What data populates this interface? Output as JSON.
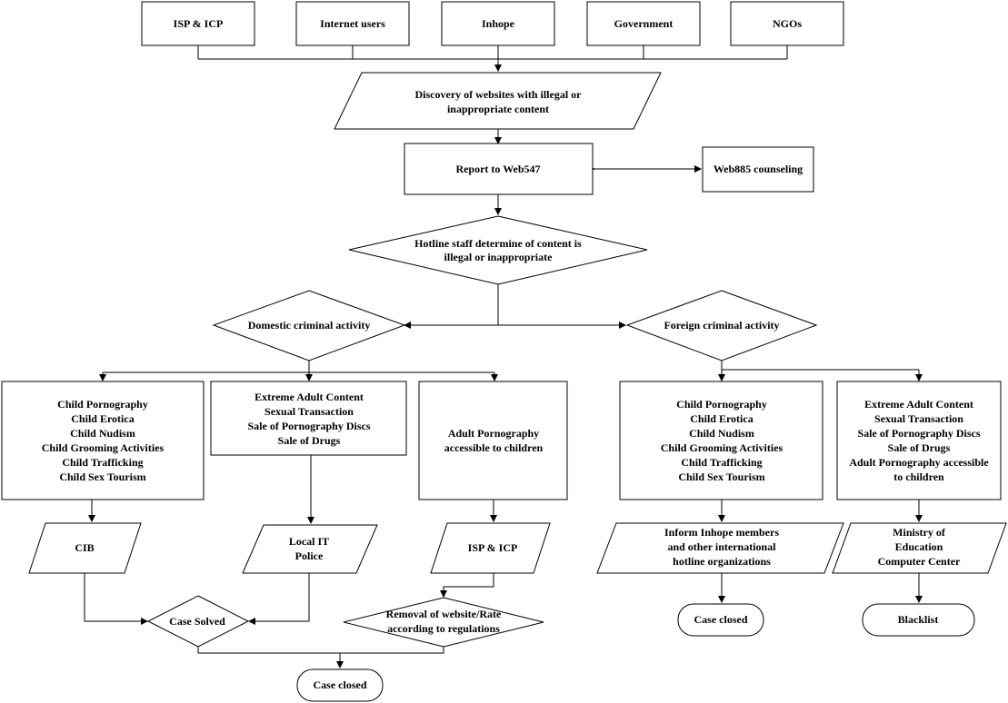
{
  "sources": {
    "isp_icp": "ISP & ICP",
    "internet_users": "Internet users",
    "inhope": "Inhope",
    "government": "Government",
    "ngos": "NGOs"
  },
  "discovery": [
    "Discovery of websites with illegal or",
    "inappropriate content"
  ],
  "report": "Report to Web547",
  "counseling": "Web885 counseling",
  "hotline_decision": [
    "Hotline staff determine of content is",
    "illegal or inappropriate"
  ],
  "domestic": {
    "decision": "Domestic criminal activity",
    "child_content": [
      "Child Pornography",
      "Child Erotica",
      "Child Nudism",
      "Child Grooming Activities",
      "Child Trafficking",
      "Child Sex Tourism"
    ],
    "adult_content": [
      "Extreme Adult Content",
      "Sexual Transaction",
      "Sale of Pornography Discs",
      "Sale of Drugs"
    ],
    "adult_accessible": [
      "Adult Pornography",
      "accessible to children"
    ],
    "cib": "CIB",
    "local_police": [
      "Local IT",
      "Police"
    ],
    "isp_icp": "ISP & ICP",
    "case_solved": "Case Solved",
    "removal": [
      "Removal of website/Rate",
      "according to regulations"
    ],
    "case_closed": "Case closed"
  },
  "foreign": {
    "decision": "Foreign criminal activity",
    "child_content": [
      "Child Pornography",
      "Child Erotica",
      "Child Nudism",
      "Child Grooming Activities",
      "Child Trafficking",
      "Child Sex Tourism"
    ],
    "adult_content": [
      "Extreme Adult Content",
      "Sexual Transaction",
      "Sale of Pornography Discs",
      "Sale of Drugs",
      "Adult Pornography accessible",
      "to children"
    ],
    "inform": [
      "Inform Inhope members",
      "and other international",
      "hotline organizations"
    ],
    "ministry": [
      "Ministry of",
      "Education",
      "Computer Center"
    ],
    "case_closed": "Case closed",
    "blacklist": "Blacklist"
  }
}
